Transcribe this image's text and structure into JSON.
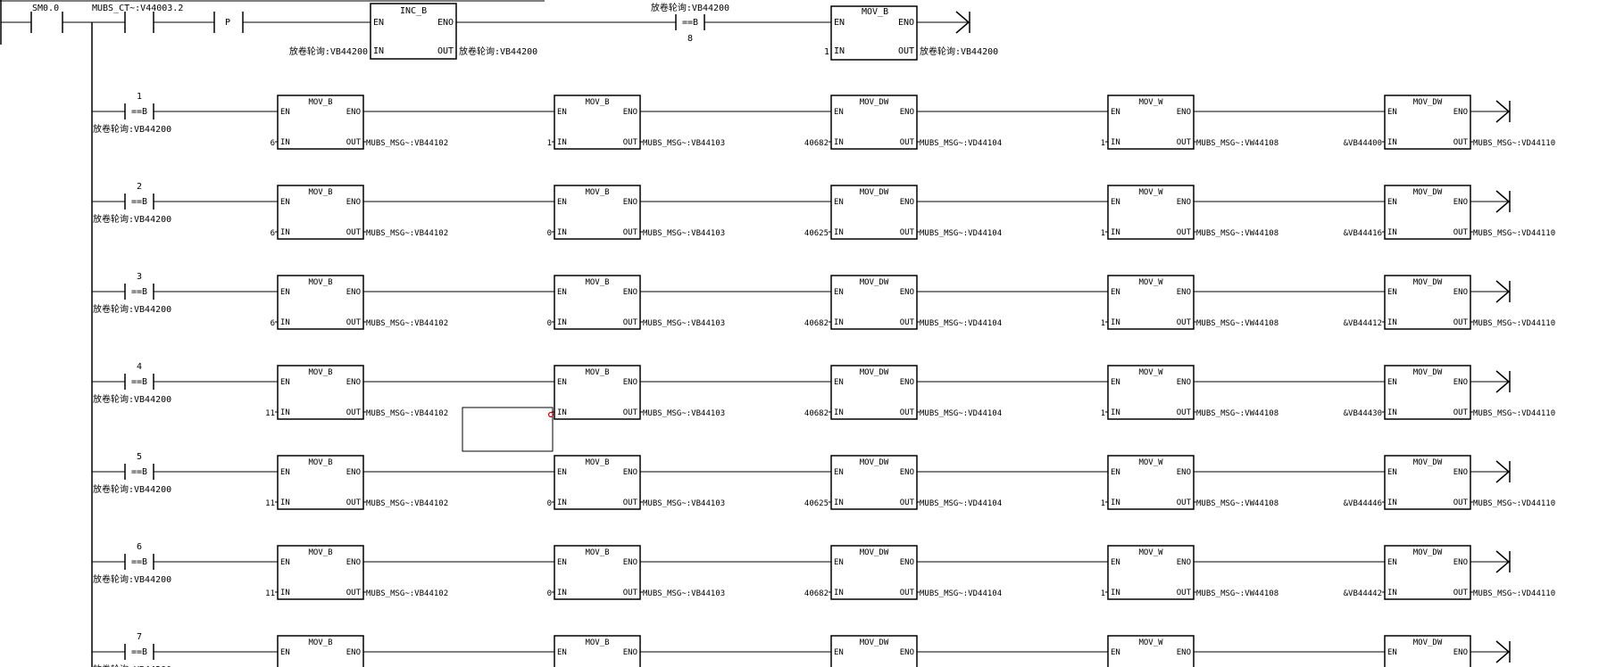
{
  "network1": {
    "contact1": "SM0.0",
    "contact2": "MUBS_CT~:V44003.2",
    "pos_edge": "P",
    "inc_box": {
      "title": "INC_B",
      "en": "EN",
      "eno": "ENO",
      "in_pin": "IN",
      "out_pin": "OUT",
      "in_val": "放卷轮询:VB44200",
      "out_val": "放卷轮询:VB44200"
    },
    "compare": {
      "top": "放卷轮询:VB44200",
      "op": "==B",
      "bottom": "8"
    },
    "mov_box": {
      "title": "MOV_B",
      "en": "EN",
      "eno": "ENO",
      "in_pin": "IN",
      "out_pin": "OUT",
      "in_val": "1",
      "out_val": "放卷轮询:VB44200"
    }
  },
  "pins": {
    "en": "EN",
    "eno": "ENO",
    "in": "IN",
    "out": "OUT"
  },
  "box_titles": [
    "MOV_B",
    "MOV_B",
    "MOV_DW",
    "MOV_W",
    "MOV_DW"
  ],
  "compare_op": "==B",
  "compare_label": "放卷轮询:VB44200",
  "rungs": [
    {
      "num": "1",
      "in_vals": [
        "6",
        "1",
        "40682",
        "1",
        "&VB44400"
      ],
      "out_vals": [
        "MUBS_MSG~:VB44102",
        "MUBS_MSG~:VB44103",
        "MUBS_MSG~:VD44104",
        "MUBS_MSG~:VW44108",
        "MUBS_MSG~:VD44110"
      ]
    },
    {
      "num": "2",
      "in_vals": [
        "6",
        "0",
        "40625",
        "1",
        "&VB44416"
      ],
      "out_vals": [
        "MUBS_MSG~:VB44102",
        "MUBS_MSG~:VB44103",
        "MUBS_MSG~:VD44104",
        "MUBS_MSG~:VW44108",
        "MUBS_MSG~:VD44110"
      ]
    },
    {
      "num": "3",
      "in_vals": [
        "6",
        "0",
        "40682",
        "1",
        "&VB44412"
      ],
      "out_vals": [
        "MUBS_MSG~:VB44102",
        "MUBS_MSG~:VB44103",
        "MUBS_MSG~:VD44104",
        "MUBS_MSG~:VW44108",
        "MUBS_MSG~:VD44110"
      ]
    },
    {
      "num": "4",
      "in_vals": [
        "11",
        "",
        "40682",
        "1",
        "&VB44430"
      ],
      "out_vals": [
        "MUBS_MSG~:VB44102",
        "MUBS_MSG~:VB44103",
        "MUBS_MSG~:VD44104",
        "MUBS_MSG~:VW44108",
        "MUBS_MSG~:VD44110"
      ]
    },
    {
      "num": "5",
      "in_vals": [
        "11",
        "0",
        "40625",
        "1",
        "&VB44446"
      ],
      "out_vals": [
        "MUBS_MSG~:VB44102",
        "MUBS_MSG~:VB44103",
        "MUBS_MSG~:VD44104",
        "MUBS_MSG~:VW44108",
        "MUBS_MSG~:VD44110"
      ]
    },
    {
      "num": "6",
      "in_vals": [
        "11",
        "0",
        "40682",
        "1",
        "&VB44442"
      ],
      "out_vals": [
        "MUBS_MSG~:VB44102",
        "MUBS_MSG~:VB44103",
        "MUBS_MSG~:VD44104",
        "MUBS_MSG~:VW44108",
        "MUBS_MSG~:VD44110"
      ]
    },
    {
      "num": "7",
      "in_vals": [],
      "out_vals": []
    }
  ],
  "colors": {
    "line": "#000000",
    "background": "#ffffff",
    "marker": "#cc0000"
  }
}
